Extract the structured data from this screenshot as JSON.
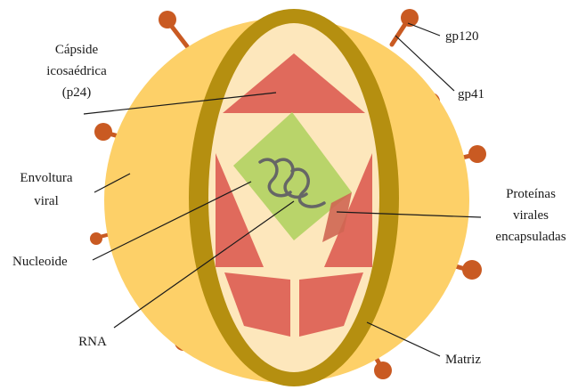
{
  "labels": {
    "capside_line1": "Cápside",
    "capside_line2": "icosaédrica",
    "capside_line3": "(p24)",
    "gp120": "gp120",
    "gp41": "gp41",
    "envoltura_line1": "Envoltura",
    "envoltura_line2": "viral",
    "proteinas_line1": "Proteínas",
    "proteinas_line2": "virales",
    "proteinas_line3": "encapsuladas",
    "nucleoide": "Nucleoide",
    "rna": "RNA",
    "matriz": "Matriz"
  },
  "colors": {
    "envelope": "#fdd068",
    "matrix_ring": "#b58f10",
    "capsid_inner": "#fde7bc",
    "capsid_red": "#e06a5c",
    "nucleoid_green": "#b9d46a",
    "rna_strand": "#666666",
    "spike": "#c95a22",
    "line": "#1a1a1a"
  }
}
